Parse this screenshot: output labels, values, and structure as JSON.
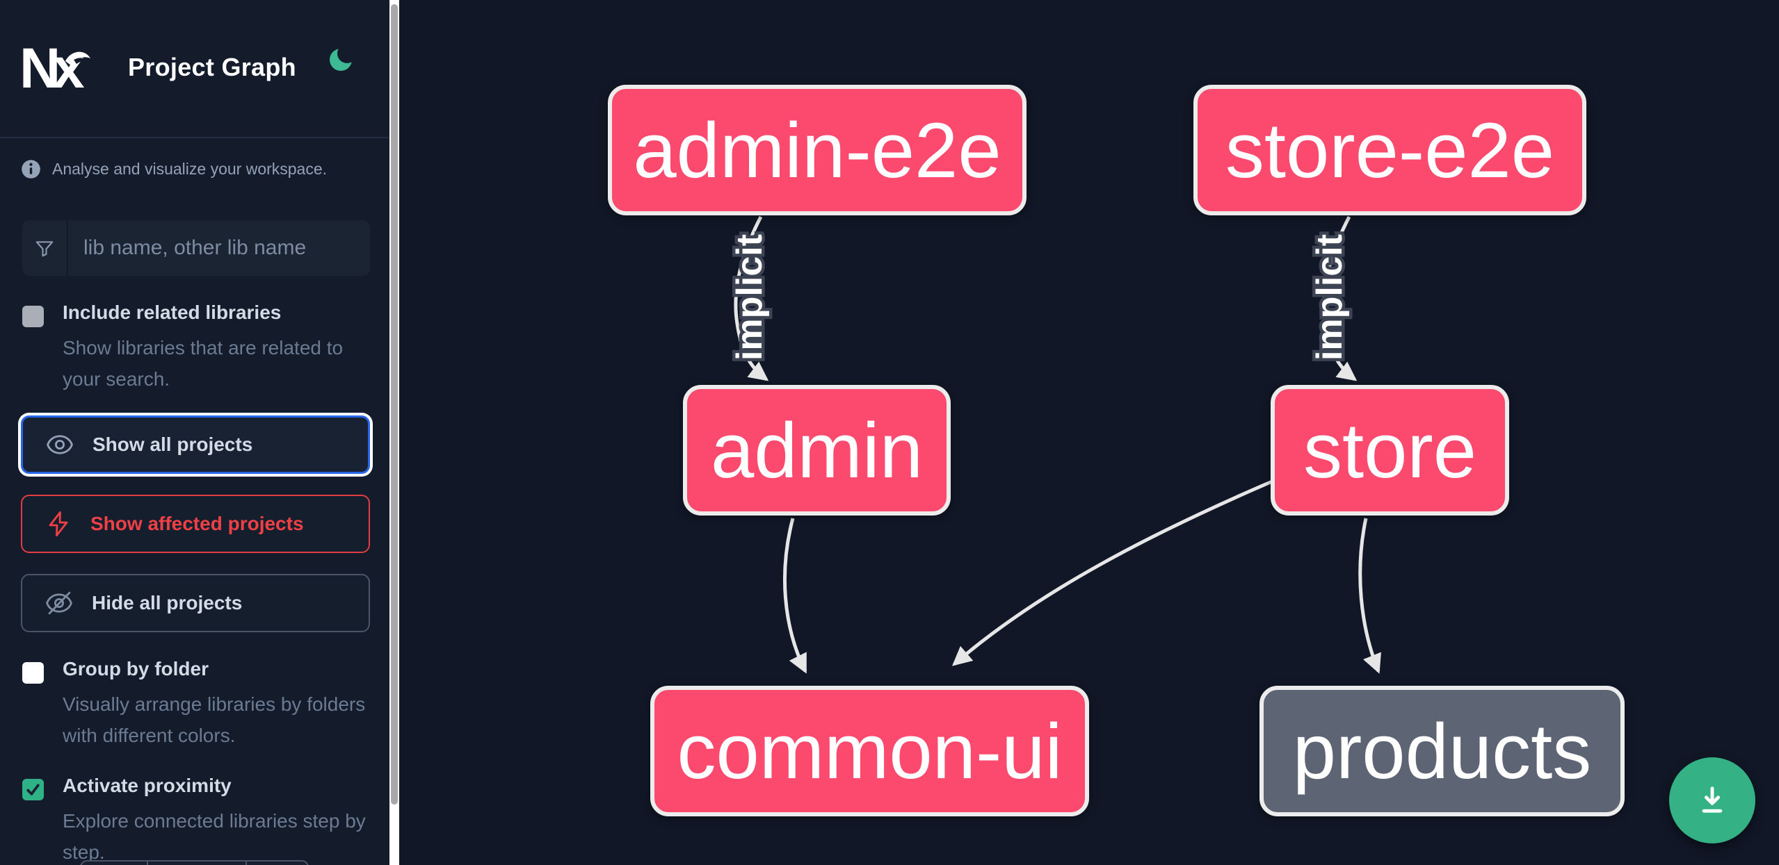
{
  "header": {
    "app_name": "Nx",
    "title": "Project Graph",
    "theme_icon": "moon-icon"
  },
  "sidebar": {
    "tagline": "Analyse and visualize your workspace.",
    "search": {
      "icon": "funnel-icon",
      "value": "",
      "placeholder": "lib name, other lib name"
    },
    "toggles": [
      {
        "label": "Include related libraries",
        "description": "Show libraries that are related to your search.",
        "checked": false,
        "checkbox_style": "gray"
      },
      {
        "label": "Group by folder",
        "description": "Visually arrange libraries by folders with different colors.",
        "checked": false,
        "checkbox_style": "white"
      },
      {
        "label": "Activate proximity",
        "description": "Explore connected libraries step by step.",
        "checked": true,
        "checkbox_style": "green-checked"
      }
    ],
    "actions": [
      {
        "label": "Show all projects",
        "icon": "eye-icon",
        "state": "focused"
      },
      {
        "label": "Show affected projects",
        "icon": "bolt-icon",
        "state": "affected-red"
      },
      {
        "label": "Hide all projects",
        "icon": "eye-off-icon",
        "state": "default"
      }
    ]
  },
  "graph": {
    "nodes": [
      {
        "id": "admin-e2e",
        "label": "admin-e2e",
        "status": "affected"
      },
      {
        "id": "store-e2e",
        "label": "store-e2e",
        "status": "affected"
      },
      {
        "id": "admin",
        "label": "admin",
        "status": "affected"
      },
      {
        "id": "store",
        "label": "store",
        "status": "affected"
      },
      {
        "id": "common-ui",
        "label": "common-ui",
        "status": "affected"
      },
      {
        "id": "products",
        "label": "products",
        "status": "normal"
      }
    ],
    "edges": [
      {
        "from": "admin-e2e",
        "to": "admin",
        "label": "implicit"
      },
      {
        "from": "store-e2e",
        "to": "store",
        "label": "implicit"
      },
      {
        "from": "admin",
        "to": "common-ui",
        "label": ""
      },
      {
        "from": "store",
        "to": "common-ui",
        "label": ""
      },
      {
        "from": "store",
        "to": "products",
        "label": ""
      }
    ]
  },
  "controls": {
    "download_icon": "download-icon"
  },
  "colors": {
    "affected_node": "#fb4a6e",
    "normal_node": "#5d6474",
    "node_border": "#ececec",
    "edge": "#e6e6e6",
    "accent_green": "#34b286",
    "focus_blue": "#2566eb",
    "danger_red": "#ef4046",
    "sidebar_bg": "#141b2a",
    "canvas_bg": "#111726"
  }
}
